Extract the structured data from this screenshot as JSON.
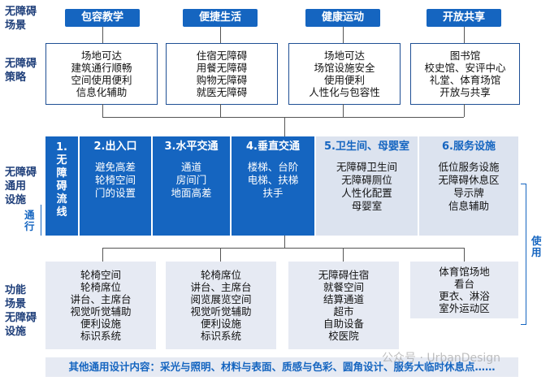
{
  "row_labels": {
    "scene": "无障碍\n场景",
    "strategy": "无障碍\n策略",
    "general": "无障碍\n通用\n设施",
    "functional": "功能\n场景\n无障碍\n设施"
  },
  "scenes": [
    "包容教学",
    "便捷生活",
    "健康运动",
    "开放共享"
  ],
  "strategies": [
    "场地可达\n建筑通行顺畅\n空间使用便利\n信息化辅助",
    "住宿无障碍\n用餐无障碍\n购物无障碍\n就医无障碍",
    "场地可达\n场馆设施安全\n使用便利\n人性化与包容性",
    "图书馆\n校史馆、安评中心\n礼堂、体育场馆\n开放与共享"
  ],
  "general_facilities": [
    {
      "title": "1.\n无\n障\n碍\n流\n线",
      "body": "",
      "style": "dark"
    },
    {
      "title": "2.出入口",
      "body": "避免高差\n轮椅空间\n门的设置",
      "style": "dark"
    },
    {
      "title": "3.水平交通",
      "body": "通道\n房间门\n地面高差",
      "style": "dark"
    },
    {
      "title": "4.垂直交通",
      "body": "楼梯、台阶\n电梯、扶梯\n扶手",
      "style": "dark"
    },
    {
      "title": "5.卫生间、母婴室",
      "body": "无障碍卫生间\n无障碍厕位\n人性化配置\n母婴室",
      "style": "light"
    },
    {
      "title": "6.服务设施",
      "body": "低位服务设施\n无障碍休息区\n导示牌\n信息辅助",
      "style": "light"
    }
  ],
  "side_labels": {
    "passage": "通\n行",
    "use": "使\n用"
  },
  "functional_facilities": [
    "轮椅空间\n轮椅席位\n讲台、主席台\n视觉听觉辅助\n便利设施\n标识系统",
    "轮椅席位\n讲台、主席台\n阅览展览空间\n视觉听觉辅助\n便利设施\n标识系统",
    "无障碍住宿\n就餐空间\n结算通道\n超市\n自助设备\n校医院",
    "体育馆场地\n看台\n更衣、淋浴\n室外运动区"
  ],
  "footer": "其他通用设计内容：采光与照明、材料与表面、质感与色彩、圆角设计、服务大临时休息点……",
  "watermark": "公众号 · UrbanDesign",
  "colors": {
    "primary": "#1565c0",
    "light": "#dce3ef",
    "gray": "#e6eaf3",
    "border": "#1f4f94"
  }
}
